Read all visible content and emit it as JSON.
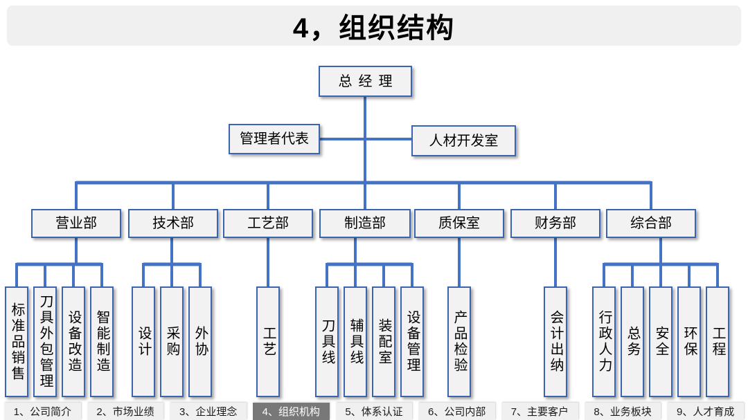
{
  "title": "4，组织结构",
  "colors": {
    "connector_blue": "#4472c4",
    "box_border_blue": "#3a64ad",
    "box_fill_gray": "#f2f2f2",
    "title_bar_gray": "#f0f0f0",
    "active_tab_bg": "#787878",
    "active_tab_text": "#ffffff"
  },
  "org": {
    "ceo": "总经理",
    "staff": [
      {
        "label": "管理者代表"
      },
      {
        "label": "人材开发室"
      }
    ],
    "departments": [
      {
        "label": "营业部",
        "children": [
          "标准品销售",
          "刀具外包管理",
          "设备改造",
          "智能制造"
        ]
      },
      {
        "label": "技术部",
        "children": [
          "设计",
          "采购",
          "外协"
        ]
      },
      {
        "label": "工艺部",
        "children": [
          "工艺"
        ]
      },
      {
        "label": "制造部",
        "children": [
          "刀具线",
          "辅具线",
          "装配室",
          "设备管理"
        ]
      },
      {
        "label": "质保室",
        "children": [
          "产品检验"
        ]
      },
      {
        "label": "财务部",
        "children": [
          "会计出纳"
        ]
      },
      {
        "label": "综合部",
        "children": [
          "行政人力",
          "总务",
          "安全",
          "环保",
          "工程"
        ]
      }
    ]
  },
  "nav_tabs": [
    {
      "label": "1、公司简介",
      "active": false
    },
    {
      "label": "2、市场业绩",
      "active": false
    },
    {
      "label": "3、企业理念",
      "active": false
    },
    {
      "label": "4、组织机构",
      "active": true
    },
    {
      "label": "5、体系认证",
      "active": false
    },
    {
      "label": "6、公司内部",
      "active": false
    },
    {
      "label": "7、主要客户",
      "active": false
    },
    {
      "label": "8、业务板块",
      "active": false
    },
    {
      "label": "9、人才育成",
      "active": false
    }
  ]
}
